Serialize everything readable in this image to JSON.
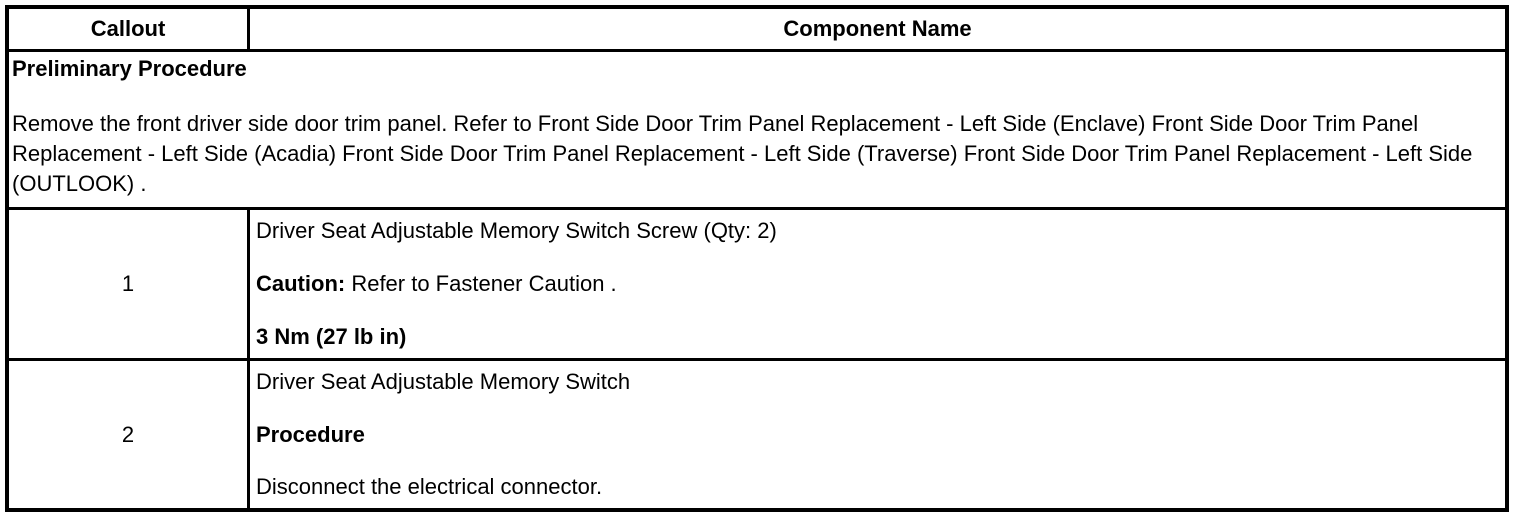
{
  "colors": {
    "border": "#000000",
    "text": "#000000",
    "background": "#ffffff"
  },
  "table": {
    "header": {
      "callout_label": "Callout",
      "component_label": "Component Name"
    },
    "preliminary": {
      "title": "Preliminary Procedure",
      "body": "Remove the front driver side door trim panel. Refer to Front Side Door Trim Panel Replacement - Left Side (Enclave) Front Side Door Trim Panel Replacement - Left Side (Acadia) Front Side Door Trim Panel Replacement - Left Side (Traverse) Front Side Door Trim Panel Replacement - Left Side (OUTLOOK) ."
    },
    "rows": [
      {
        "callout": "1",
        "component": "Driver Seat Adjustable Memory Switch Screw (Qty: 2)",
        "caution_label": "Caution:",
        "caution_text": " Refer to Fastener Caution .",
        "torque": "3 Nm (27 lb in)"
      },
      {
        "callout": "2",
        "component": "Driver Seat Adjustable Memory Switch",
        "procedure_label": "Procedure",
        "instruction": "Disconnect the electrical connector."
      }
    ]
  }
}
